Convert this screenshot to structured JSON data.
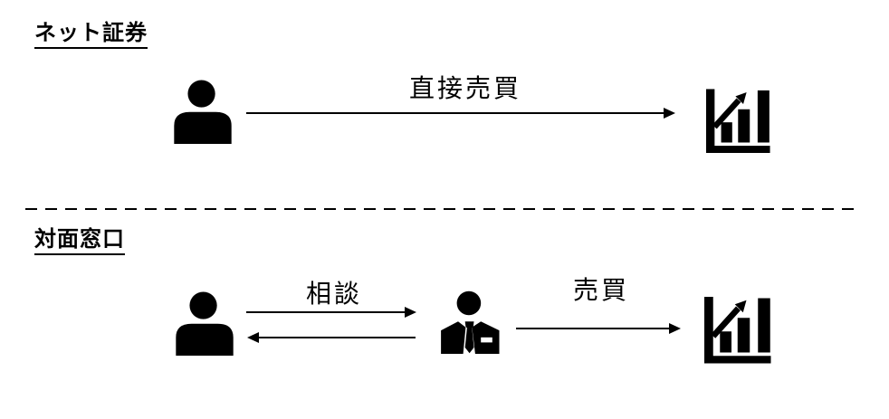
{
  "colors": {
    "ink": "#000000",
    "background": "#ffffff"
  },
  "net_section": {
    "title": "ネット証券",
    "direct_trade_label": "直接売買",
    "actors": {
      "customer": "person-icon",
      "market": "bar-chart-up-arrow-icon"
    },
    "flow": "customer -> market (direct trading)"
  },
  "counter_section": {
    "title": "対面窓口",
    "consult_label": "相談",
    "trade_label": "売買",
    "actors": {
      "customer": "person-icon",
      "broker": "business-person-suit-icon",
      "market": "bar-chart-up-arrow-icon"
    },
    "flow": "customer <-> broker (consultation), broker -> market (trading)"
  }
}
